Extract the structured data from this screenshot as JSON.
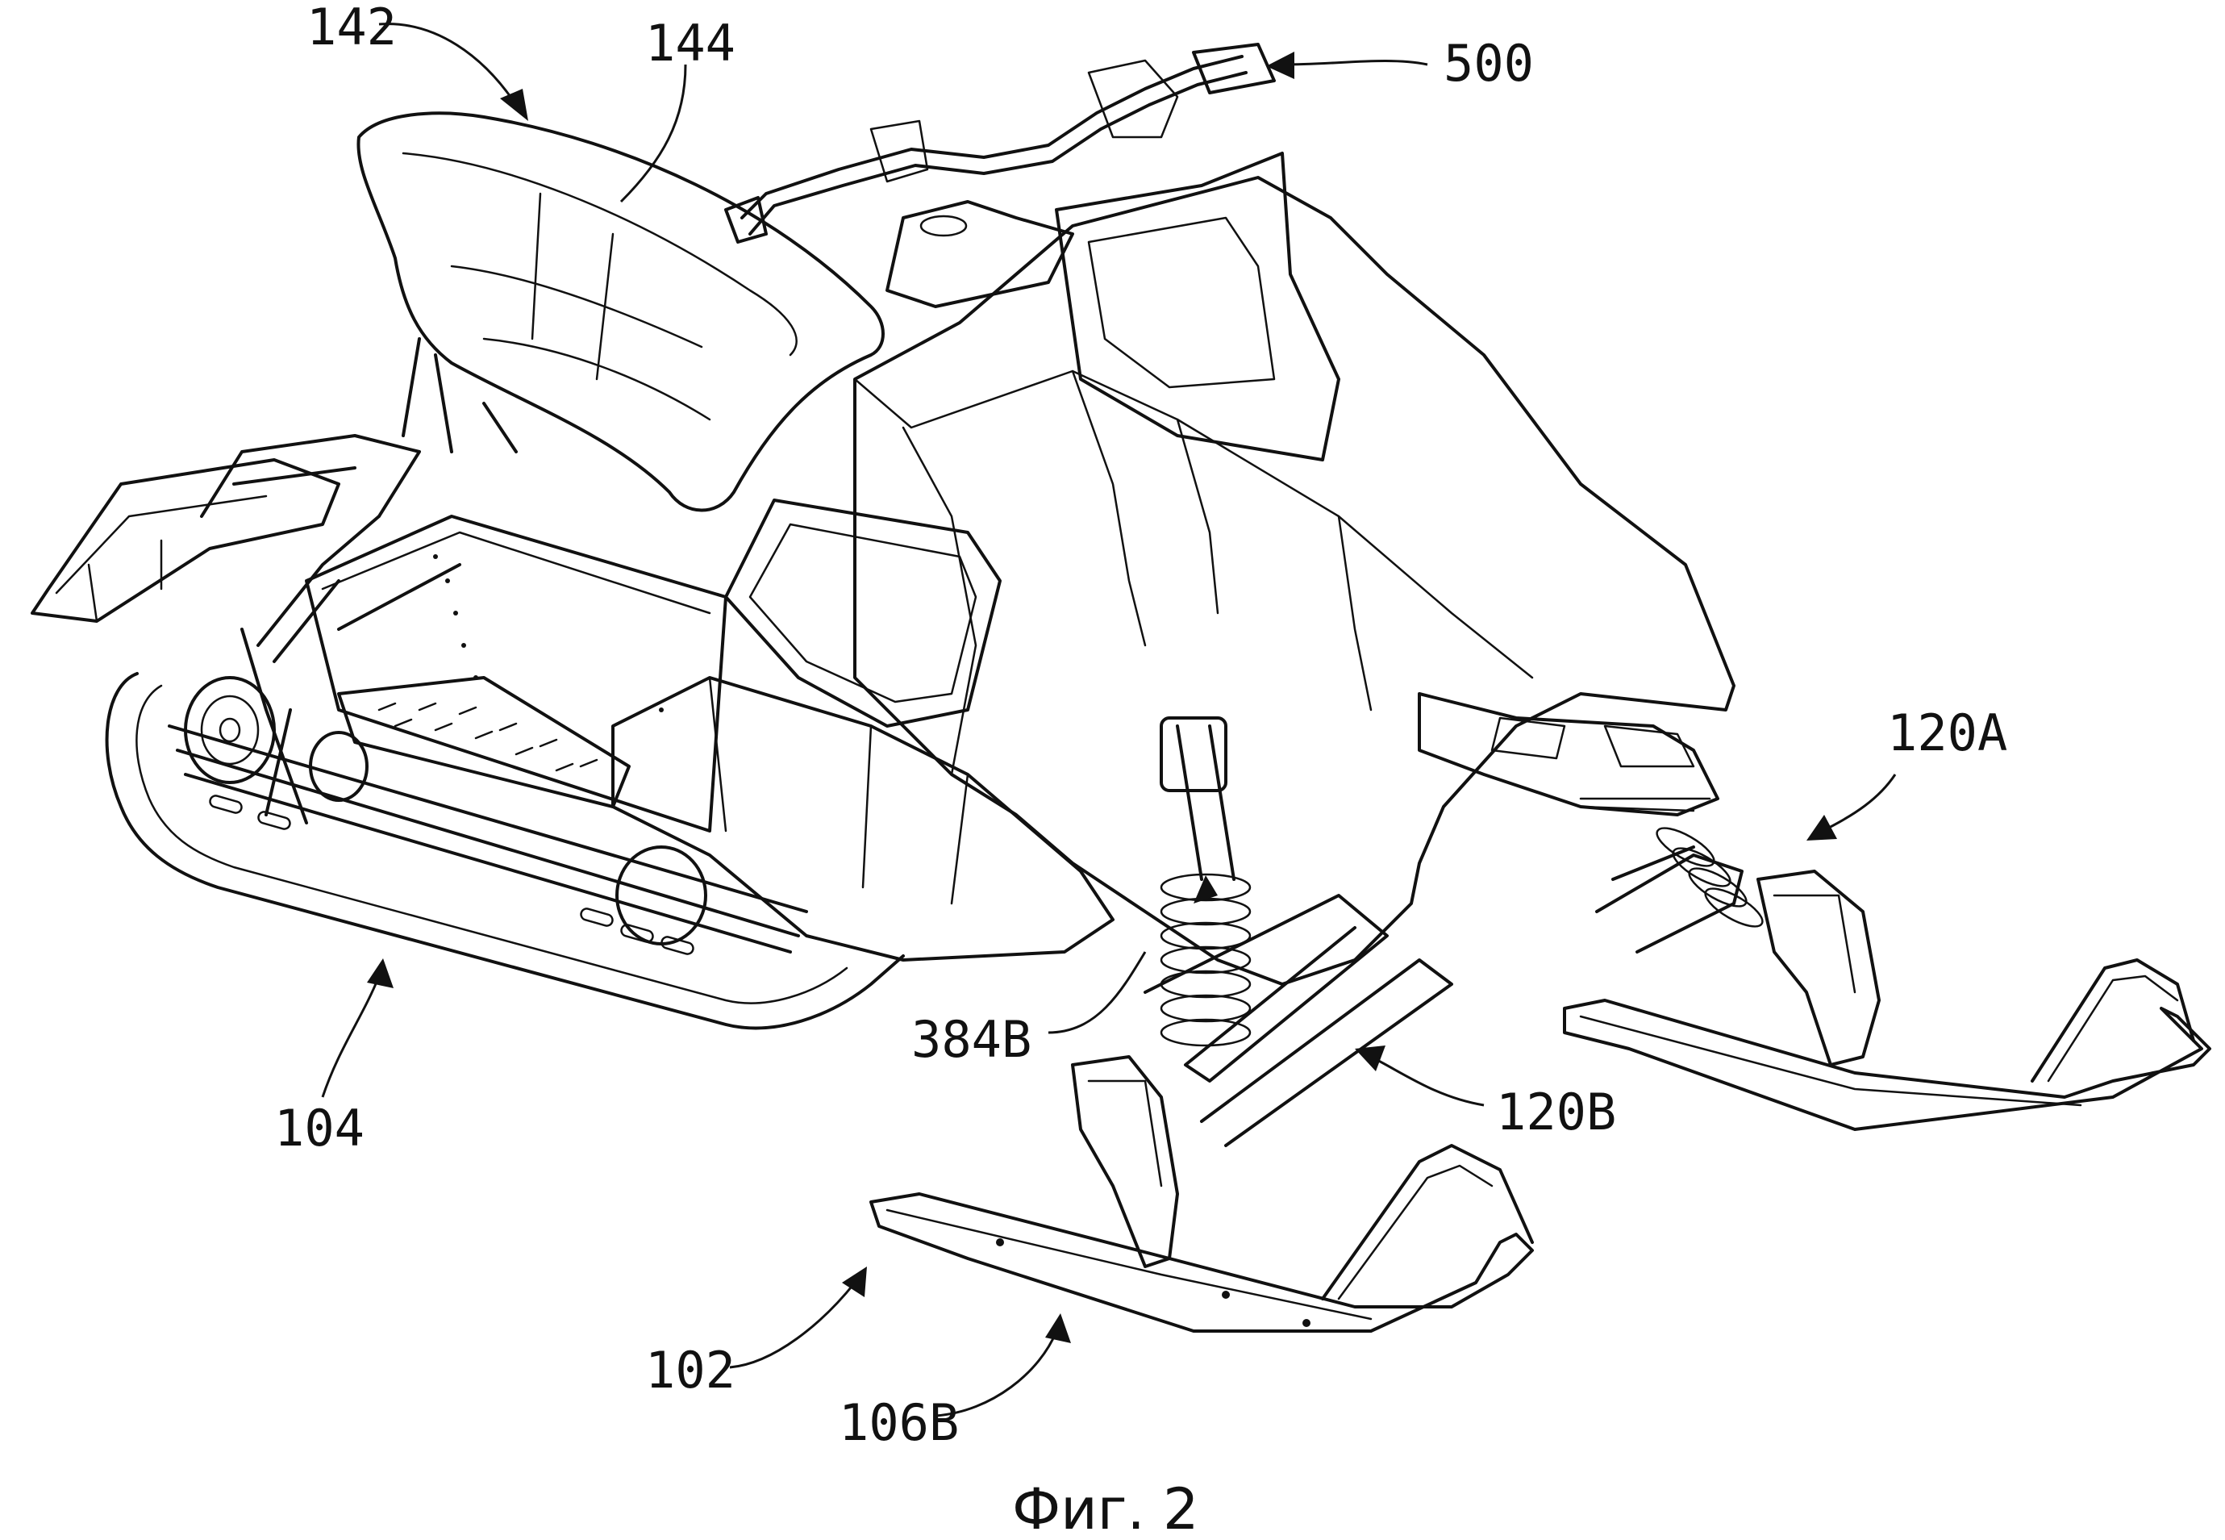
{
  "labels": {
    "l142": "142",
    "l144": "144",
    "l500": "500",
    "l120A": "120A",
    "l104": "104",
    "l384B": "384B",
    "l120B": "120B",
    "l102": "102",
    "l106B": "106B"
  },
  "caption": "Фиг. 2"
}
